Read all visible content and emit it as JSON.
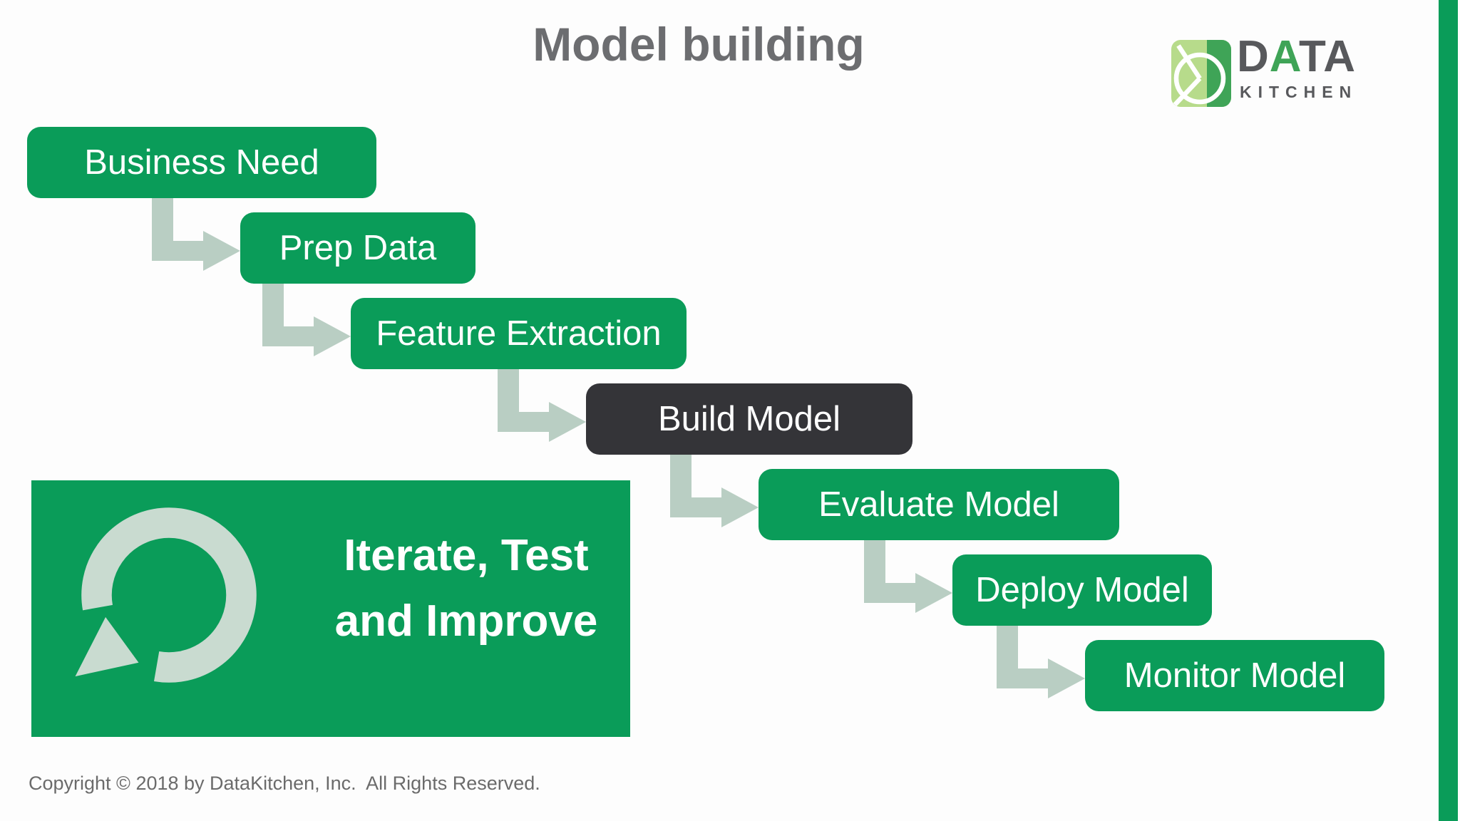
{
  "title": "Model building",
  "copyright": "Copyright © 2018 by DataKitchen, Inc.  All Rights Reserved.",
  "colors": {
    "green": "#0a9c59",
    "darkBox": "#343438",
    "arrow": "#b9cec3",
    "ring": "#c9dbd0",
    "titleGray": "#6c6d70",
    "copyrightGray": "#6b6b6b",
    "logoLightGreen": "#b7db8b",
    "logoDarkGreen": "#3fa457",
    "logoGray": "#58595c"
  },
  "logo": {
    "letters": [
      "D",
      "A",
      "T",
      "A"
    ],
    "word_bottom": "KITCHEN",
    "icon": "datakitchen-dk-mark"
  },
  "steps": [
    {
      "label": "Business Need",
      "emphasis": "normal"
    },
    {
      "label": "Prep Data",
      "emphasis": "normal"
    },
    {
      "label": "Feature Extraction",
      "emphasis": "normal"
    },
    {
      "label": "Build Model",
      "emphasis": "highlight"
    },
    {
      "label": "Evaluate Model",
      "emphasis": "normal"
    },
    {
      "label": "Deploy Model",
      "emphasis": "normal"
    },
    {
      "label": "Monitor Model",
      "emphasis": "normal"
    }
  ],
  "loop_panel": {
    "line1": "Iterate, Test",
    "line2": "and Improve",
    "icon": "circular-arrow-icon"
  }
}
